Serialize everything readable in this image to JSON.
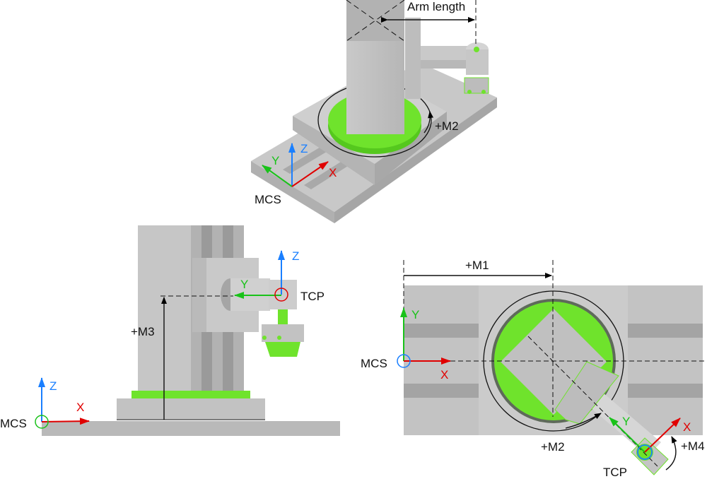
{
  "colors": {
    "x_axis": "#e00000",
    "y_axis": "#19c219",
    "z_axis": "#1a7fff",
    "accent_green": "#6ee02a",
    "metal": "#c4c4c4"
  },
  "iso_view": {
    "arm_length_label": "Arm length",
    "m2_label": "+M2",
    "mcs_label": "MCS",
    "axis_x": "X",
    "axis_y": "Y",
    "axis_z": "Z"
  },
  "side_view": {
    "m3_label": "+M3",
    "tcp_label": "TCP",
    "mcs_label": "MCS",
    "tcp_axis_z": "Z",
    "tcp_axis_y": "Y",
    "mcs_axis_z": "Z",
    "mcs_axis_x": "X"
  },
  "top_view": {
    "m1_label": "+M1",
    "m2_label": "+M2",
    "m4_label": "+M4",
    "tcp_label": "TCP",
    "mcs_label": "MCS",
    "mcs_axis_y": "Y",
    "mcs_axis_x": "X",
    "tcp_axis_y": "Y",
    "tcp_axis_x": "X"
  }
}
